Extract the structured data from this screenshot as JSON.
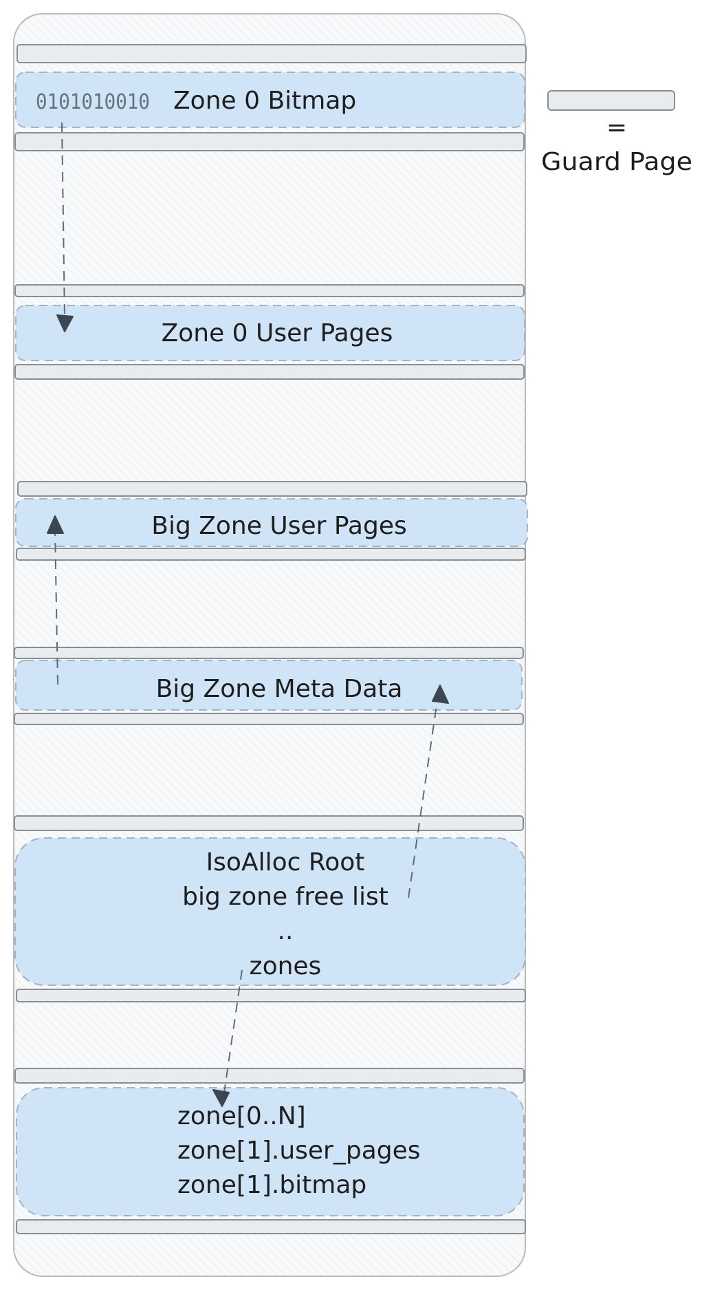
{
  "colors": {
    "guard_fill": "#e9ecef",
    "guard_stroke": "#868e96",
    "zone_fill": "#d0e4f7",
    "zone_stroke": "#a5b3c2",
    "outer_fill": "#f8f9fa",
    "outer_stroke": "#bbbbbb",
    "arrow": "#5f6a74",
    "text": "#1e1e1e"
  },
  "legend": {
    "equals": "=",
    "label": "Guard Page"
  },
  "zone0_bitmap": {
    "bits": "0101010010",
    "label": "Zone 0 Bitmap"
  },
  "zone0_user_pages": {
    "label": "Zone 0 User Pages"
  },
  "big_zone_user_pages": {
    "label": "Big Zone User Pages"
  },
  "big_zone_meta": {
    "label": "Big Zone Meta Data"
  },
  "root": {
    "title": "IsoAlloc Root",
    "free_list": "big zone free list",
    "ellipsis": "..",
    "zones": "zones"
  },
  "zones_array": {
    "line1": "zone[0..N]",
    "line2": "zone[1].user_pages",
    "line3": "zone[1].bitmap"
  }
}
